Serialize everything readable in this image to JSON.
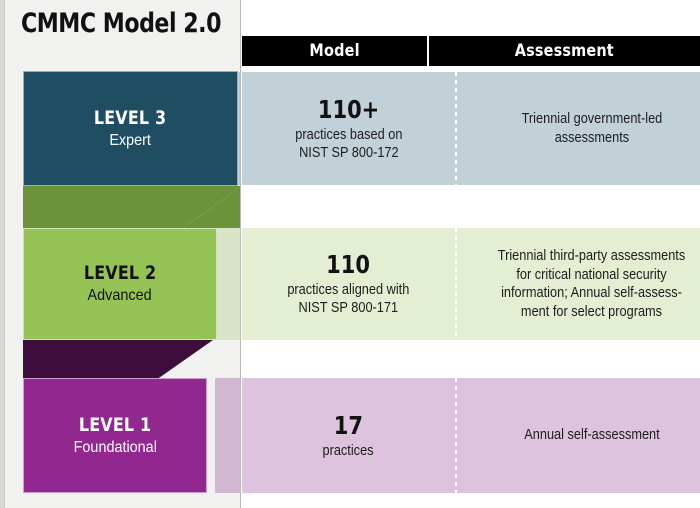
{
  "title": "CMMC Model 2.0",
  "columns": {
    "model": "Model",
    "assessment": "Assessment"
  },
  "colors": {
    "level3_box": "#1f4e63",
    "level3_band": "#c2d1d7",
    "level3_band_left": "#bccbd1",
    "level2_box": "#96c356",
    "level2_band": "#e4eed3",
    "level2_band_left": "#d8e3c7",
    "level1_box": "#92278f",
    "level1_band": "#ddc3dd",
    "level1_band_left": "#d2b7d3",
    "connector_green": "#6b943a",
    "connector_purple": "#3d0d3c",
    "header_bg": "#000000",
    "panel_bg": "#f1f1ef"
  },
  "levels": [
    {
      "id": "level-3",
      "name": "LEVEL 3",
      "descriptor": "Expert",
      "practices_count": "110+",
      "practices_note": "practices based on\nNIST SP 800-172",
      "assessment": "Triennial government-led\nassessments"
    },
    {
      "id": "level-2",
      "name": "LEVEL 2",
      "descriptor": "Advanced",
      "practices_count": "110",
      "practices_note": "practices aligned with\nNIST SP 800-171",
      "assessment": "Triennial third-party assessments\nfor critical national security\ninformation; Annual self-assess-\nment for select programs"
    },
    {
      "id": "level-1",
      "name": "LEVEL 1",
      "descriptor": "Foundational",
      "practices_count": "17",
      "practices_note": "practices",
      "assessment": "Annual self-assessment"
    }
  ]
}
